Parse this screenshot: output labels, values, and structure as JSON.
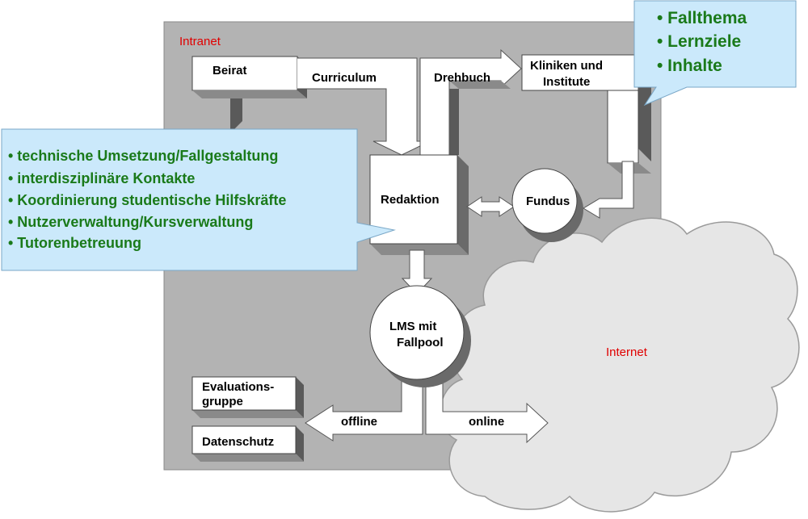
{
  "zones": {
    "intranet": "Intranet",
    "internet": "Internet"
  },
  "nodes": {
    "beirat": "Beirat",
    "kliniken_line1": "Kliniken und",
    "kliniken_line2": "Institute",
    "redaktion": "Redaktion",
    "fundus": "Fundus",
    "lms_line1": "LMS mit",
    "lms_line2": "Fallpool",
    "evaluation_line1": "Evaluations-",
    "evaluation_line2": "gruppe",
    "datenschutz": "Datenschutz"
  },
  "arrows": {
    "curriculum": "Curriculum",
    "drehbuch": "Drehbuch",
    "offline": "offline",
    "online": "online"
  },
  "callout_top_right": {
    "items": [
      "• Fallthema",
      "• Lernziele",
      "• Inhalte"
    ]
  },
  "callout_left": {
    "items": [
      "• technische Umsetzung/Fallgestaltung",
      "• interdisziplinäre Kontakte",
      "• Koordinierung studentische Hilfskräfte",
      "• Nutzerverwaltung/Kursverwaltung",
      "• Tutorenbetreuung"
    ]
  },
  "colors": {
    "intranet_bg": "#b3b3b3",
    "callout_bg": "#cbe9fb",
    "callout_text": "#1a7a1a",
    "zone_label": "#e00000",
    "cloud_bg": "#e6e6e6"
  }
}
